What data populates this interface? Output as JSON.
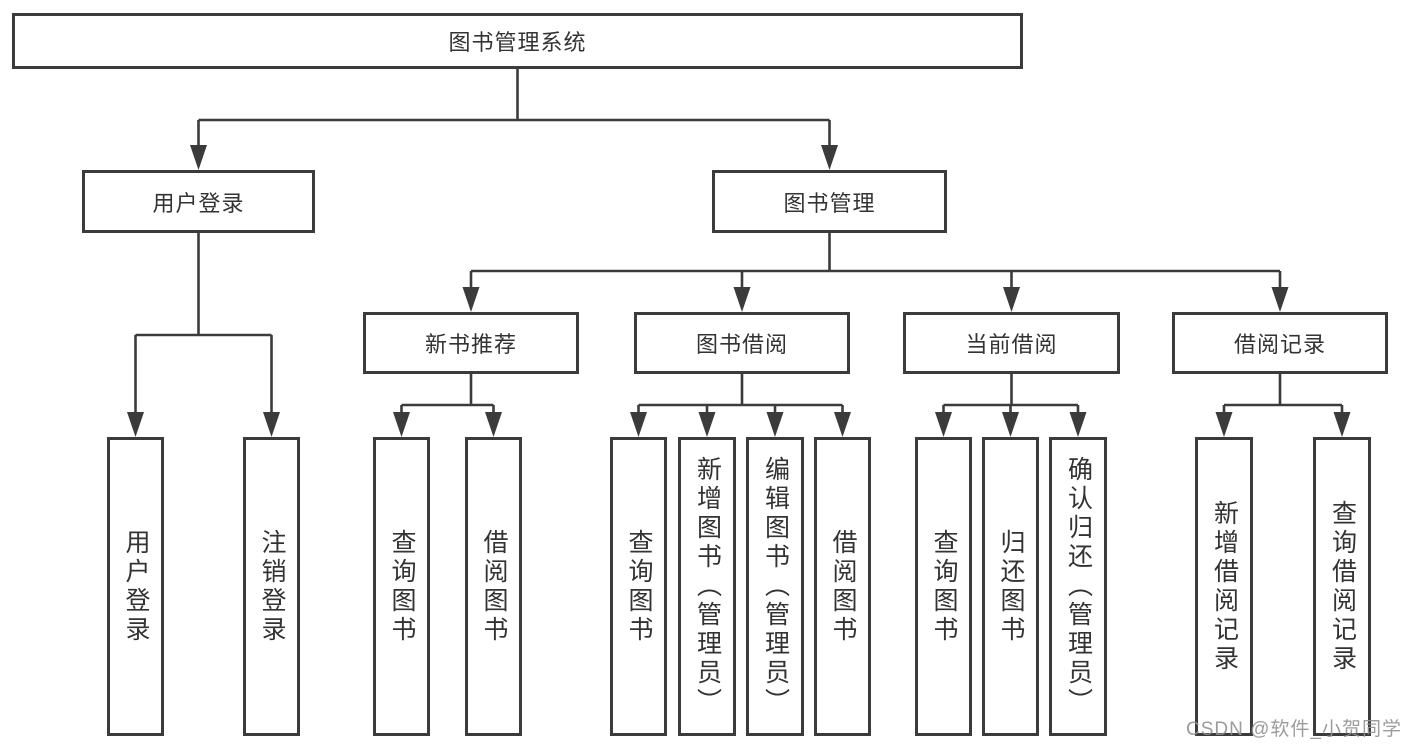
{
  "colors": {
    "line": "#3b3b3b",
    "text": "#333333",
    "background": "#ffffff",
    "watermark": "#919191"
  },
  "watermark": "CSDN @软件_小贺同学",
  "tree": {
    "root": "图书管理系统",
    "branches": [
      {
        "label": "用户登录",
        "children": [
          "用户登录",
          "注销登录"
        ]
      },
      {
        "label": "图书管理",
        "groups": [
          {
            "label": "新书推荐",
            "children": [
              "查询图书",
              "借阅图书"
            ]
          },
          {
            "label": "图书借阅",
            "children": [
              "查询图书",
              "新增图书（管理员）",
              "编辑图书（管理员）",
              "借阅图书"
            ]
          },
          {
            "label": "当前借阅",
            "children": [
              "查询图书",
              "归还图书",
              "确认归还（管理员）"
            ]
          },
          {
            "label": "借阅记录",
            "children": [
              "新增借阅记录",
              "查询借阅记录"
            ]
          }
        ]
      }
    ]
  }
}
